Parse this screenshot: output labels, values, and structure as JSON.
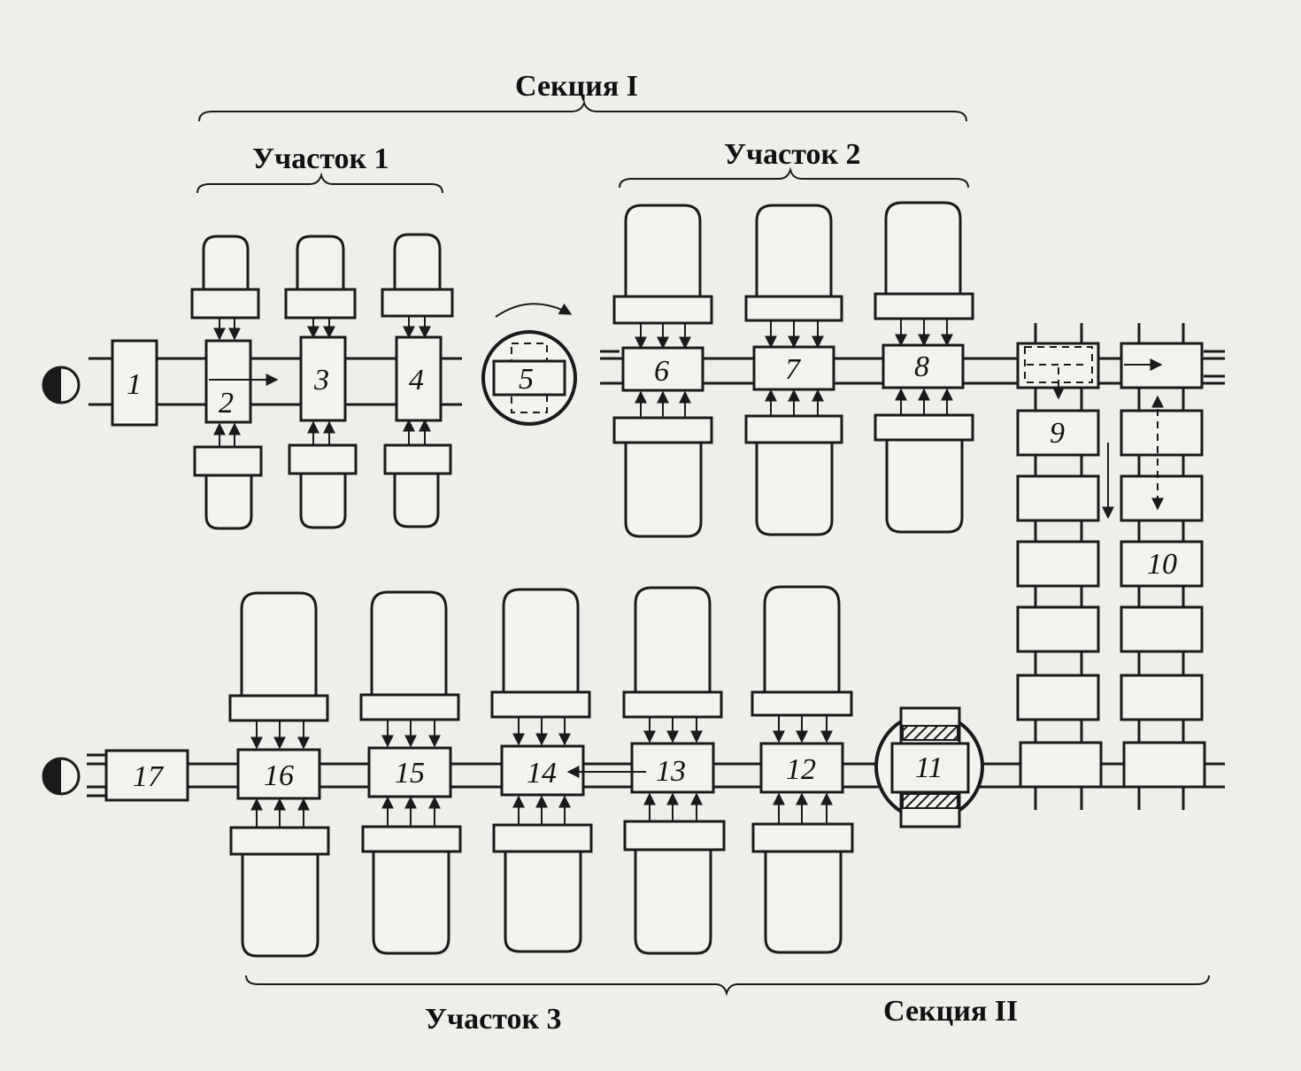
{
  "labels": {
    "section_1": "Секция I",
    "section_2": "Секция II",
    "area_1": "Участок 1",
    "area_2": "Участок 2",
    "area_3": "Участок 3"
  },
  "stations": {
    "s1": "1",
    "s2": "2",
    "s3": "3",
    "s4": "4",
    "s5": "5",
    "s6": "6",
    "s7": "7",
    "s8": "8",
    "s9": "9",
    "s10": "10",
    "s11": "11",
    "s12": "12",
    "s13": "13",
    "s14": "14",
    "s15": "15",
    "s16": "16",
    "s17": "17"
  },
  "colors": {
    "ink": "#1a1a1a",
    "paper": "#efeeea"
  }
}
